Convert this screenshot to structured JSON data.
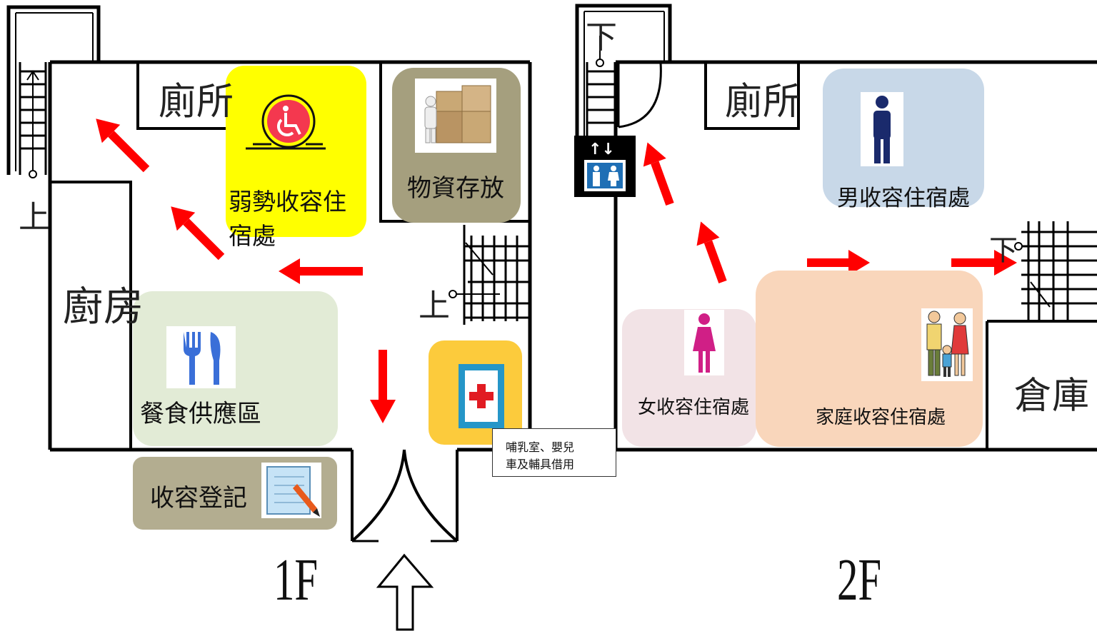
{
  "floors": {
    "first": "1F",
    "second": "2F"
  },
  "rooms": {
    "toilet_1f": "廁所",
    "toilet_2f": "廁所",
    "kitchen": "廚房",
    "garage": "倉庫",
    "stair_up": "上",
    "stair_down": "下"
  },
  "zones": {
    "vulnerable": {
      "label_line1": "弱勢收容住",
      "label_line2": "宿處",
      "color": "#ffff00"
    },
    "storage": {
      "label": "物資存放",
      "color": "#a59f7e"
    },
    "dining": {
      "label": "餐食供應區",
      "color": "#e2ebd6"
    },
    "registration": {
      "label": "收容登記",
      "color": "#b3ad90"
    },
    "medical": {
      "color": "#fccb3c"
    },
    "male": {
      "label": "男收容住宿處",
      "color": "#c8d8e8"
    },
    "female": {
      "label": "女收容住宿處",
      "color": "#f2e3e6"
    },
    "family": {
      "label": "家庭收容住宿處",
      "color": "#f9d6bb"
    }
  },
  "note": {
    "line1": "哺乳室、嬰兒",
    "line2": "車及輔具借用"
  },
  "colors": {
    "arrow": "#ff0000",
    "wall": "#000000",
    "cross": "#e11b22",
    "frame_blue": "#2596c8",
    "wheelchair_circle": "#f4384f",
    "elevator_blue": "#1f6fb5"
  },
  "icons": [
    "wheelchair-icon",
    "boxes-icon",
    "fork-knife-icon",
    "first-aid-icon",
    "notebook-pencil-icon",
    "elevator-icon",
    "male-icon",
    "female-icon",
    "family-icon",
    "entrance-arrow-icon"
  ]
}
